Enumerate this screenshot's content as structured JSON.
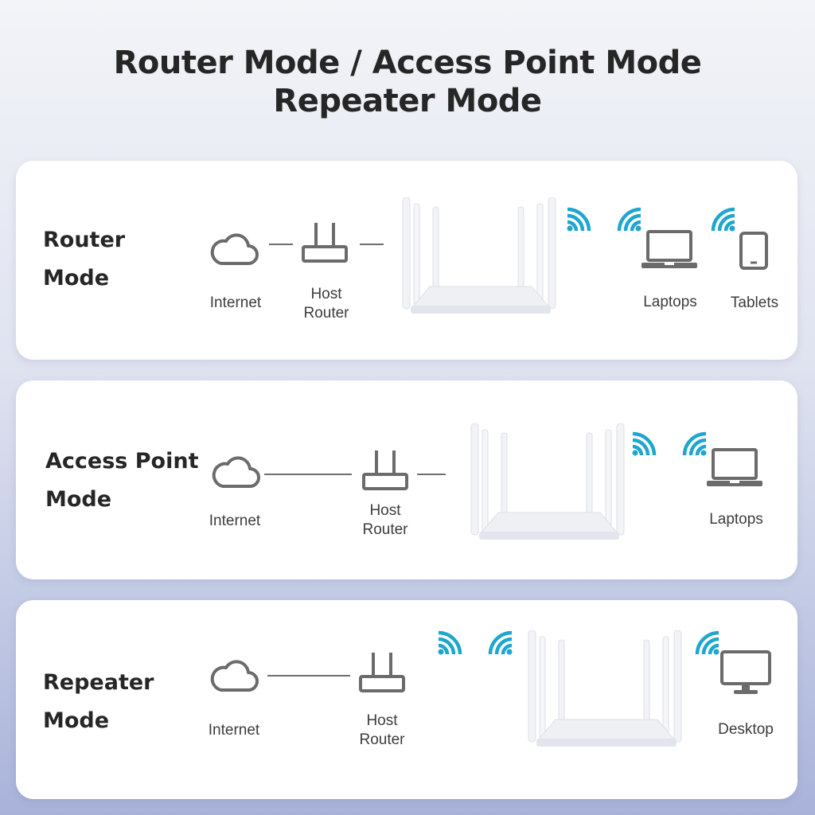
{
  "title": {
    "line1": "Router Mode / Access Point Mode",
    "line2": "Repeater Mode"
  },
  "colors": {
    "icon_stroke": "#6b6b6b",
    "wifi": "#1fa6cf",
    "router_body": "#f1f3f6"
  },
  "panels": [
    {
      "label_line1": "Router",
      "label_line2": "Mode",
      "internet": "Internet",
      "host_line1": "Host",
      "host_line2": "Router",
      "device1": "Laptops",
      "device2": "Tablets"
    },
    {
      "label_line1": "Access Point",
      "label_line2": "Mode",
      "internet": "Internet",
      "host_line1": "Host",
      "host_line2": "Router",
      "device1": "Laptops"
    },
    {
      "label_line1": "Repeater",
      "label_line2": "Mode",
      "internet": "Internet",
      "host_line1": "Host",
      "host_line2": "Router",
      "device1": "Desktop"
    }
  ],
  "icons": [
    "cloud-icon",
    "host-router-icon",
    "wifi-router-image",
    "wifi-signal-icon",
    "laptop-icon",
    "tablet-icon",
    "desktop-icon"
  ]
}
